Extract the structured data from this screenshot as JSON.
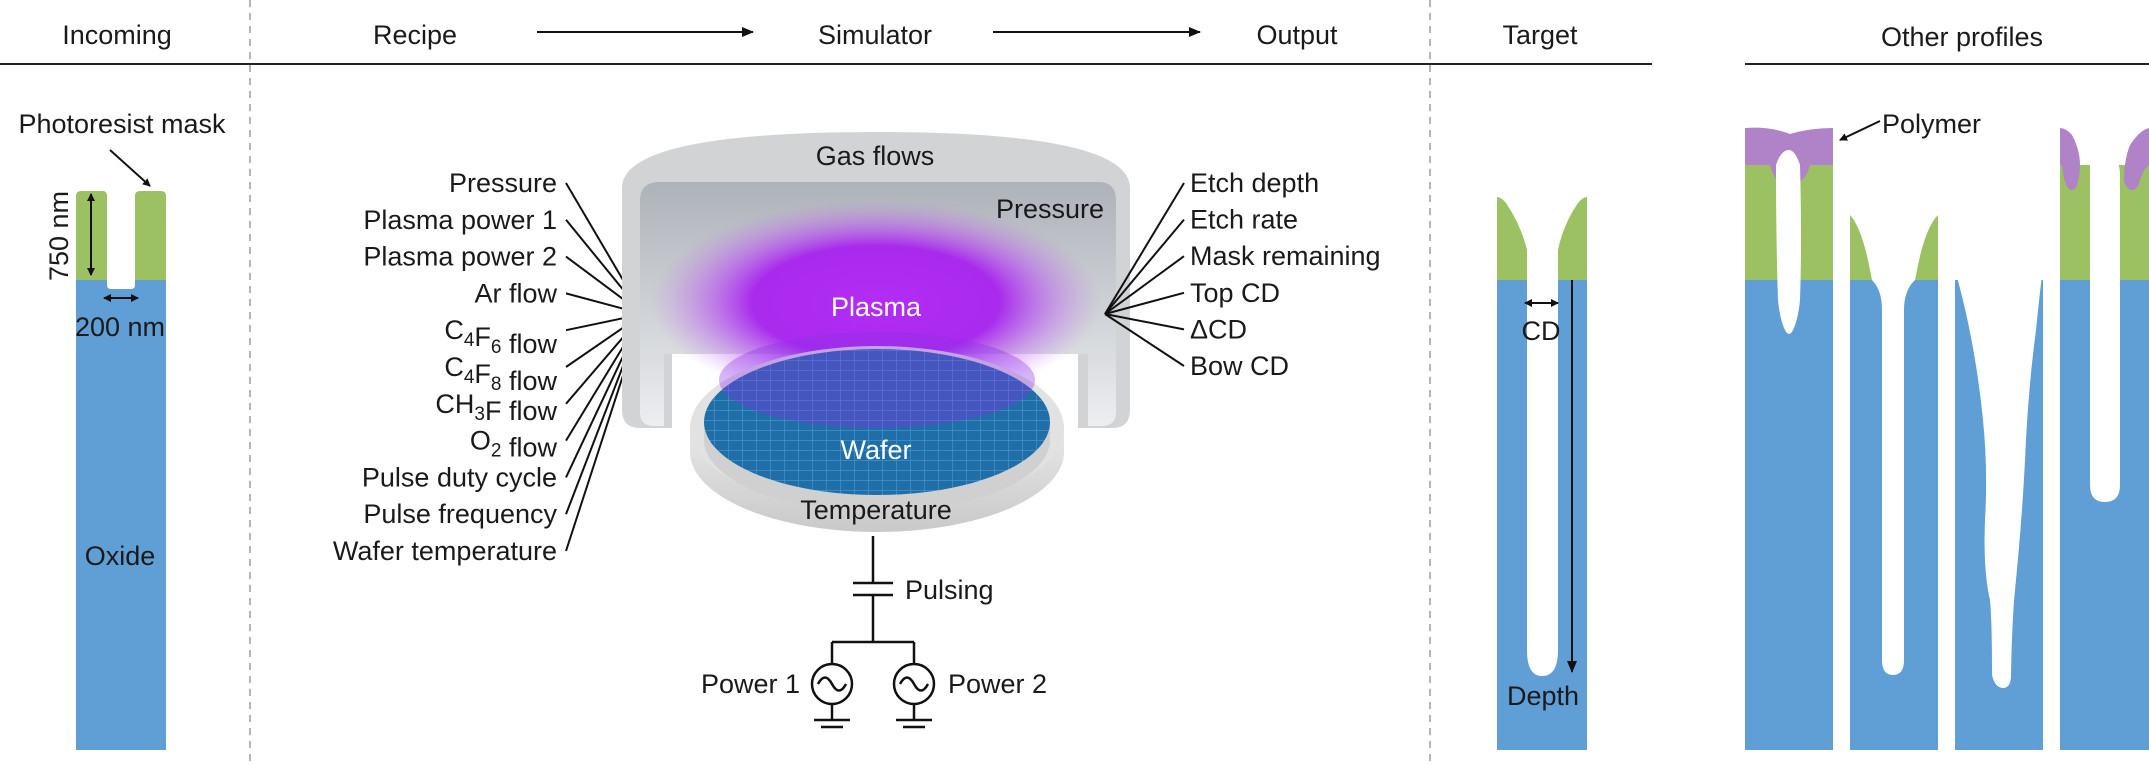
{
  "headers": {
    "incoming": "Incoming",
    "recipe": "Recipe",
    "simulator": "Simulator",
    "output": "Output",
    "target": "Target",
    "other_profiles": "Other profiles"
  },
  "incoming": {
    "mask_label": "Photoresist mask",
    "height_label": "750 nm",
    "width_label": "200 nm",
    "oxide_label": "Oxide"
  },
  "recipe_inputs": [
    {
      "text": "Pressure"
    },
    {
      "text": "Plasma power 1"
    },
    {
      "text": "Plasma power 2"
    },
    {
      "text": "Ar flow"
    },
    {
      "pre": "C",
      "s1": "4",
      "mid": "F",
      "s2": "6",
      "post": " flow"
    },
    {
      "pre": "C",
      "s1": "4",
      "mid": "F",
      "s2": "8",
      "post": " flow"
    },
    {
      "pre": "CH",
      "s1": "3",
      "mid": "F",
      "s2": "",
      "post": " flow"
    },
    {
      "pre": "O",
      "s1": "2",
      "mid": "",
      "s2": "",
      "post": " flow"
    },
    {
      "text": "Pulse duty cycle"
    },
    {
      "text": "Pulse frequency"
    },
    {
      "text": "Wafer temperature"
    }
  ],
  "chamber": {
    "gas_flows": "Gas flows",
    "pressure": "Pressure",
    "plasma": "Plasma",
    "wafer": "Wafer",
    "temperature": "Temperature",
    "pulsing": "Pulsing",
    "power1": "Power 1",
    "power2": "Power 2"
  },
  "outputs": [
    "Etch depth",
    "Etch rate",
    "Mask remaining",
    "Top CD",
    "ΔCD",
    "Bow CD"
  ],
  "target": {
    "cd_label": "CD",
    "depth_label": "Depth"
  },
  "other": {
    "polymer_label": "Polymer"
  },
  "colors": {
    "oxide": "#5f9fd6",
    "mask": "#9cc163",
    "polymer": "#b083c8",
    "plasma": "#a020f0",
    "chamber": "#c4c7cb",
    "wafer": "#1f6ea8"
  }
}
